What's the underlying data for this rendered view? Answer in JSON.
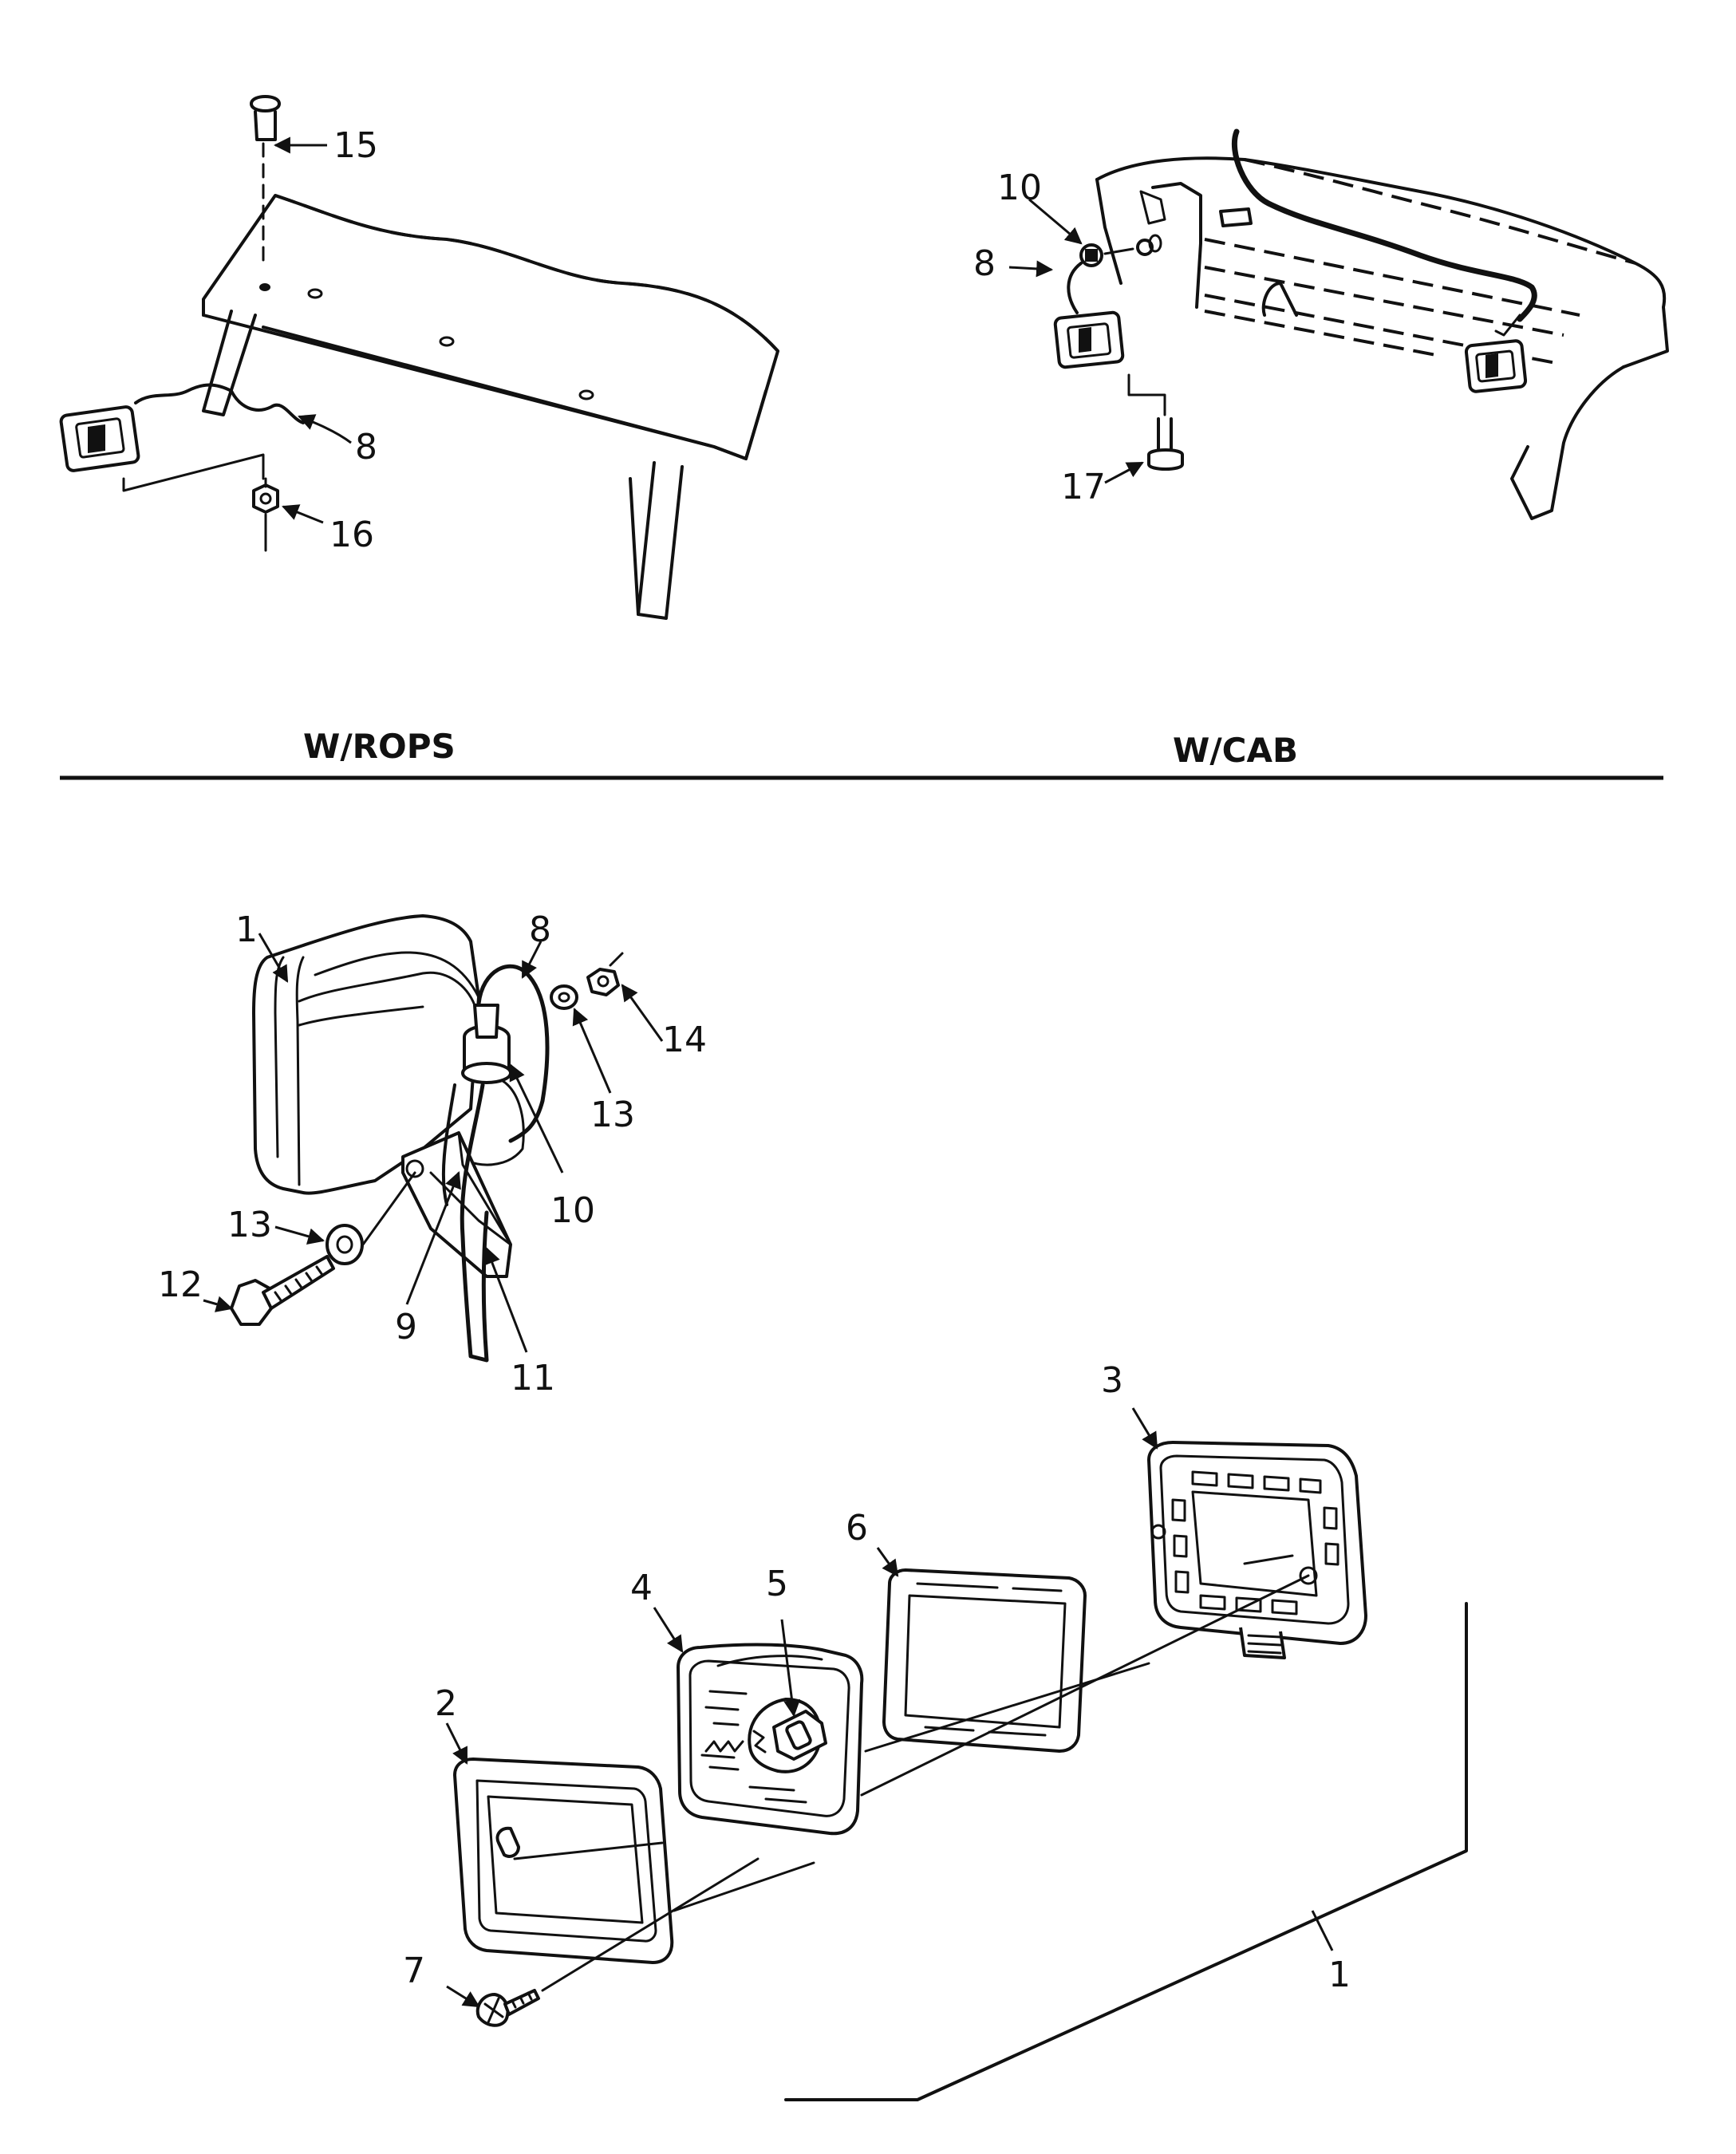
{
  "section_labels": {
    "left": "W/ROPS",
    "right": "W/CAB"
  },
  "callouts": {
    "c15": "15",
    "c8_rops": "8",
    "c16": "16",
    "c10_cab": "10",
    "c8_cab": "8",
    "c17": "17",
    "c1": "1",
    "c8": "8",
    "c14": "14",
    "c13_upper": "13",
    "c10": "10",
    "c13_lower": "13",
    "c12": "12",
    "c9": "9",
    "c11": "11",
    "c3": "3",
    "c6": "6",
    "c4": "4",
    "c5": "5",
    "c2": "2",
    "c7": "7",
    "c1_bracket": "1"
  }
}
